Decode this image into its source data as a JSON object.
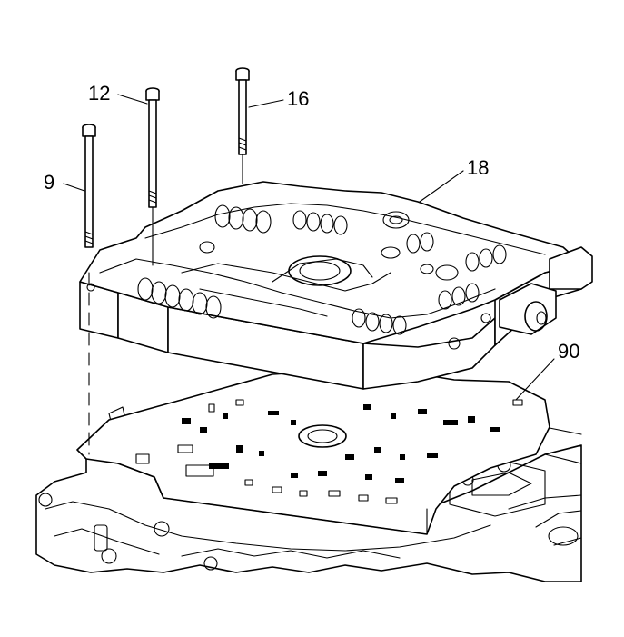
{
  "diagram": {
    "callouts": [
      {
        "id": "9",
        "text": "9"
      },
      {
        "id": "12",
        "text": "12"
      },
      {
        "id": "16",
        "text": "16"
      },
      {
        "id": "18",
        "text": "18"
      },
      {
        "id": "90",
        "text": "90"
      }
    ],
    "colors": {
      "line": "#000000",
      "background": "#ffffff"
    }
  }
}
